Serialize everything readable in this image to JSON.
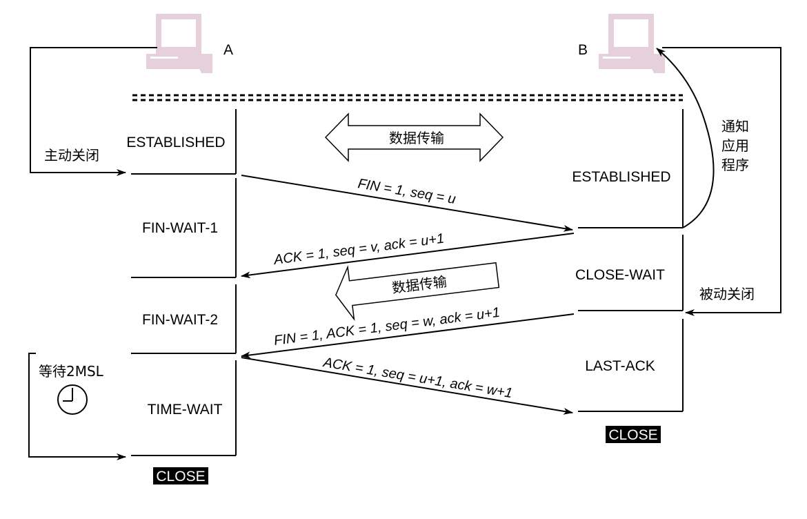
{
  "hosts": {
    "a": "A",
    "b": "B"
  },
  "states_a": {
    "established": "ESTABLISHED",
    "fin_wait_1": "FIN-WAIT-1",
    "fin_wait_2": "FIN-WAIT-2",
    "time_wait": "TIME-WAIT",
    "close": "CLOSE"
  },
  "states_b": {
    "established": "ESTABLISHED",
    "close_wait": "CLOSE-WAIT",
    "last_ack": "LAST-ACK",
    "close": "CLOSE"
  },
  "labels": {
    "active_close": "主动关闭",
    "passive_close": "被动关闭",
    "notify_line1": "通知",
    "notify_line2": "应用",
    "notify_line3": "程序",
    "data_transfer": "数据传输",
    "data_transfer_2": "数据传输",
    "wait_2msl": "等待2MSL"
  },
  "messages": {
    "fin1": "FIN = 1, seq  = u",
    "ack1": "ACK = 1, seq  = v, ack = u+1",
    "fin2": "FIN = 1, ACK = 1, seq  = w, ack = u+1",
    "ack2": "ACK = 1, seq  = u+1, ack = w+1"
  },
  "colors": {
    "computer": "#e6d0dc",
    "line": "#000000"
  }
}
